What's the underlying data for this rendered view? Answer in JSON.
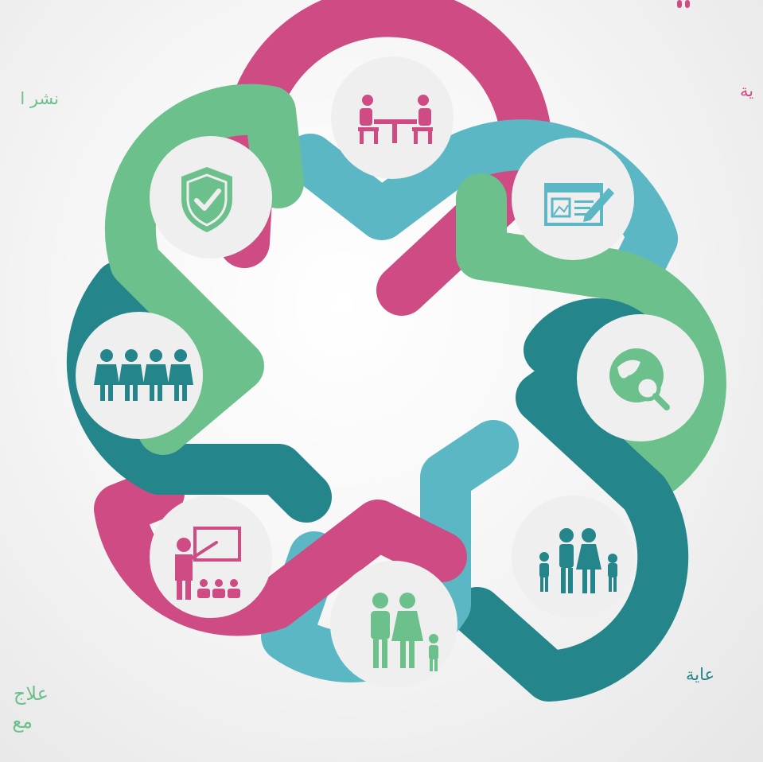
{
  "labels": {
    "top_left": "نشر ا",
    "top_right": "ية",
    "bottom_right": "عاية",
    "bottom_left_line1": "علاج",
    "bottom_left_line2": "مع"
  },
  "colors": {
    "pink": "#cf4b83",
    "teal_light": "#5bb7c4",
    "green": "#6cc08c",
    "teal_dark": "#24868a",
    "circle_fill": "#efefef"
  },
  "icons": [
    "meeting-icon",
    "article-edit-icon",
    "globe-search-icon",
    "family-icon",
    "parents-child-icon",
    "teacher-presentation-icon",
    "group-people-icon",
    "shield-check-icon"
  ]
}
